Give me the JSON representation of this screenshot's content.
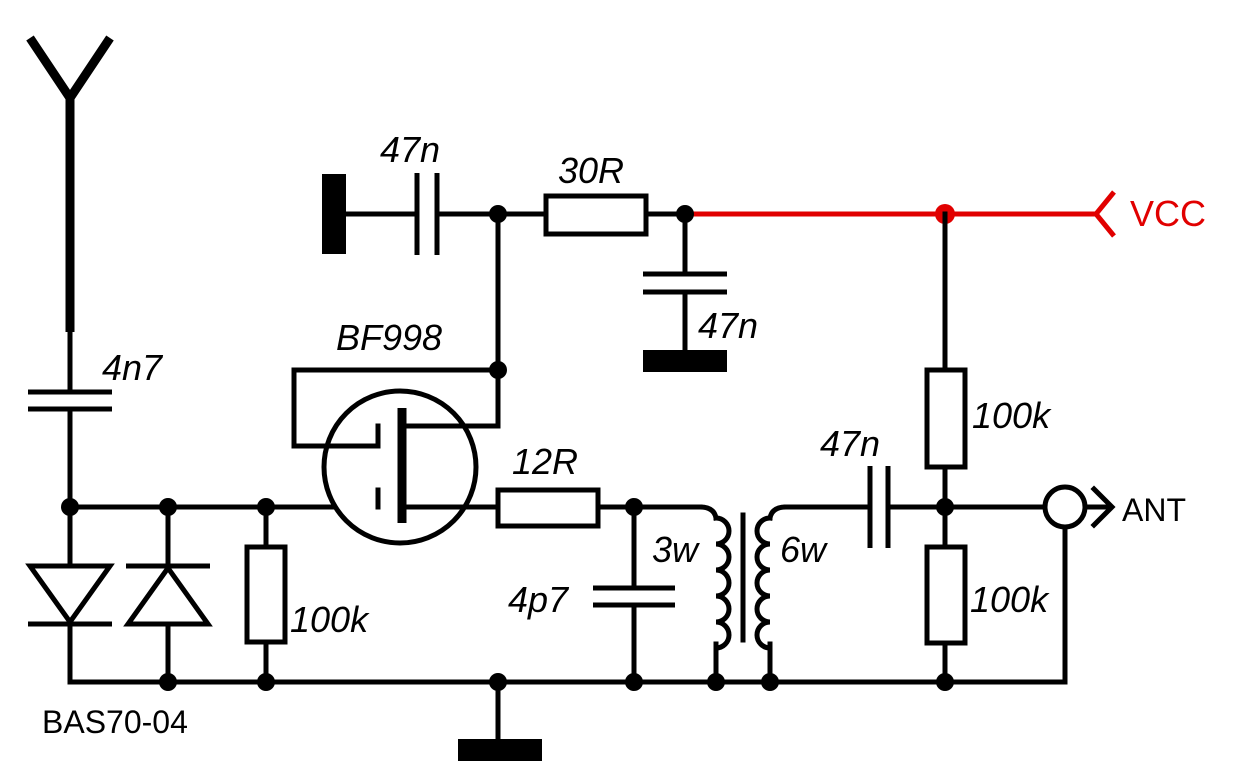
{
  "labels": {
    "c_top": "47n",
    "r_series": "30R",
    "c_vcc_decoupling": "47n",
    "vcc": "VCC",
    "transistor": "BF998",
    "c_antenna": "4n7",
    "r_source": "12R",
    "c_output": "47n",
    "r_bias_top": "100k",
    "ant": "ANT",
    "primary_turns": "3w",
    "secondary_turns": "6w",
    "c_tune": "4p7",
    "r_gate": "100k",
    "r_bias_bottom": "100k",
    "diode": "BAS70-04"
  },
  "colors": {
    "wire": "#000000",
    "vcc_net": "#e10000"
  }
}
